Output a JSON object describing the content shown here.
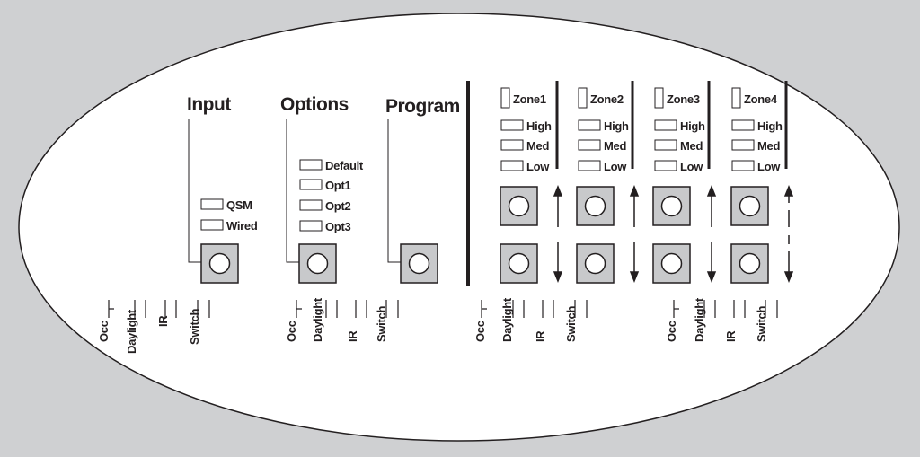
{
  "sections": {
    "input": {
      "title": "Input",
      "leds": [
        "QSM",
        "Wired"
      ]
    },
    "options": {
      "title": "Options",
      "leds": [
        "Default",
        "Opt1",
        "Opt2",
        "Opt3"
      ]
    },
    "program": {
      "title": "Program"
    }
  },
  "zones": [
    {
      "name": "Zone1",
      "levels": [
        "High",
        "Med",
        "Low"
      ]
    },
    {
      "name": "Zone2",
      "levels": [
        "High",
        "Med",
        "Low"
      ]
    },
    {
      "name": "Zone3",
      "levels": [
        "High",
        "Med",
        "Low"
      ]
    },
    {
      "name": "Zone4",
      "levels": [
        "High",
        "Med",
        "Low"
      ]
    }
  ],
  "connector_groups": [
    {
      "ports": [
        "Occ",
        "Daylight",
        "IR",
        "Switch"
      ]
    },
    {
      "ports": [
        "Occ",
        "Daylight",
        "IR",
        "Switch"
      ]
    },
    {
      "ports": [
        "Occ",
        "Daylight",
        "IR",
        "Switch"
      ]
    },
    {
      "ports": [
        "Occ",
        "Daylight",
        "IR",
        "Switch"
      ]
    }
  ],
  "colors": {
    "background": "#cfd0d2",
    "panel": "#ffffff",
    "ink": "#231f20",
    "button_fill": "#c8c9cb"
  }
}
